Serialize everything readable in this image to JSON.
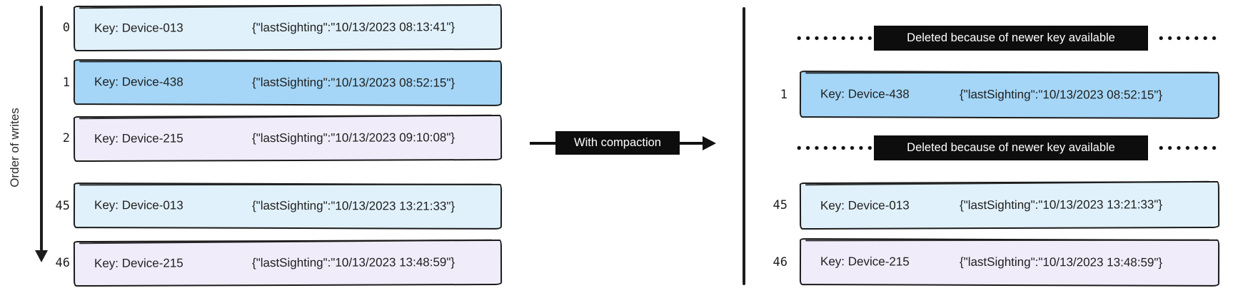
{
  "colors": {
    "record_border": "#1b1b1b",
    "record_text": "#212121",
    "banner_bg": "#0d0d0d",
    "banner_text": "#ffffff",
    "light_blue": "#e1f1fb",
    "medium_blue": "#a5d6f7",
    "lavender": "#f0ecfa"
  },
  "left_log": {
    "axis_label": "Order of writes",
    "records": [
      {
        "index": "0",
        "key": "Key: Device-013",
        "value": "{\"lastSighting\":\"10/13/2023 08:13:41\"}",
        "color": "#e1f1fb"
      },
      {
        "index": "1",
        "key": "Key: Device-438",
        "value": "{\"lastSighting\":\"10/13/2023 08:52:15\"}",
        "color": "#a5d6f7"
      },
      {
        "index": "2",
        "key": "Key: Device-215",
        "value": "{\"lastSighting\":\"10/13/2023 09:10:08\"}",
        "color": "#f0ecfa"
      },
      {
        "index": "45",
        "key": "Key: Device-013",
        "value": "{\"lastSighting\":\"10/13/2023 13:21:33\"}",
        "color": "#e1f1fb"
      },
      {
        "index": "46",
        "key": "Key: Device-215",
        "value": "{\"lastSighting\":\"10/13/2023 13:48:59\"}",
        "color": "#f0ecfa"
      }
    ]
  },
  "transform_arrow": {
    "label": "With compaction"
  },
  "right_log": {
    "deleted_label": "Deleted because of newer key available",
    "records": [
      {
        "index": "1",
        "key": "Key: Device-438",
        "value": "{\"lastSighting\":\"10/13/2023 08:52:15\"}",
        "color": "#a5d6f7"
      },
      {
        "index": "45",
        "key": "Key: Device-013",
        "value": "{\"lastSighting\":\"10/13/2023 13:21:33\"}",
        "color": "#e1f1fb"
      },
      {
        "index": "46",
        "key": "Key: Device-215",
        "value": "{\"lastSighting\":\"10/13/2023 13:48:59\"}",
        "color": "#f0ecfa"
      }
    ]
  }
}
